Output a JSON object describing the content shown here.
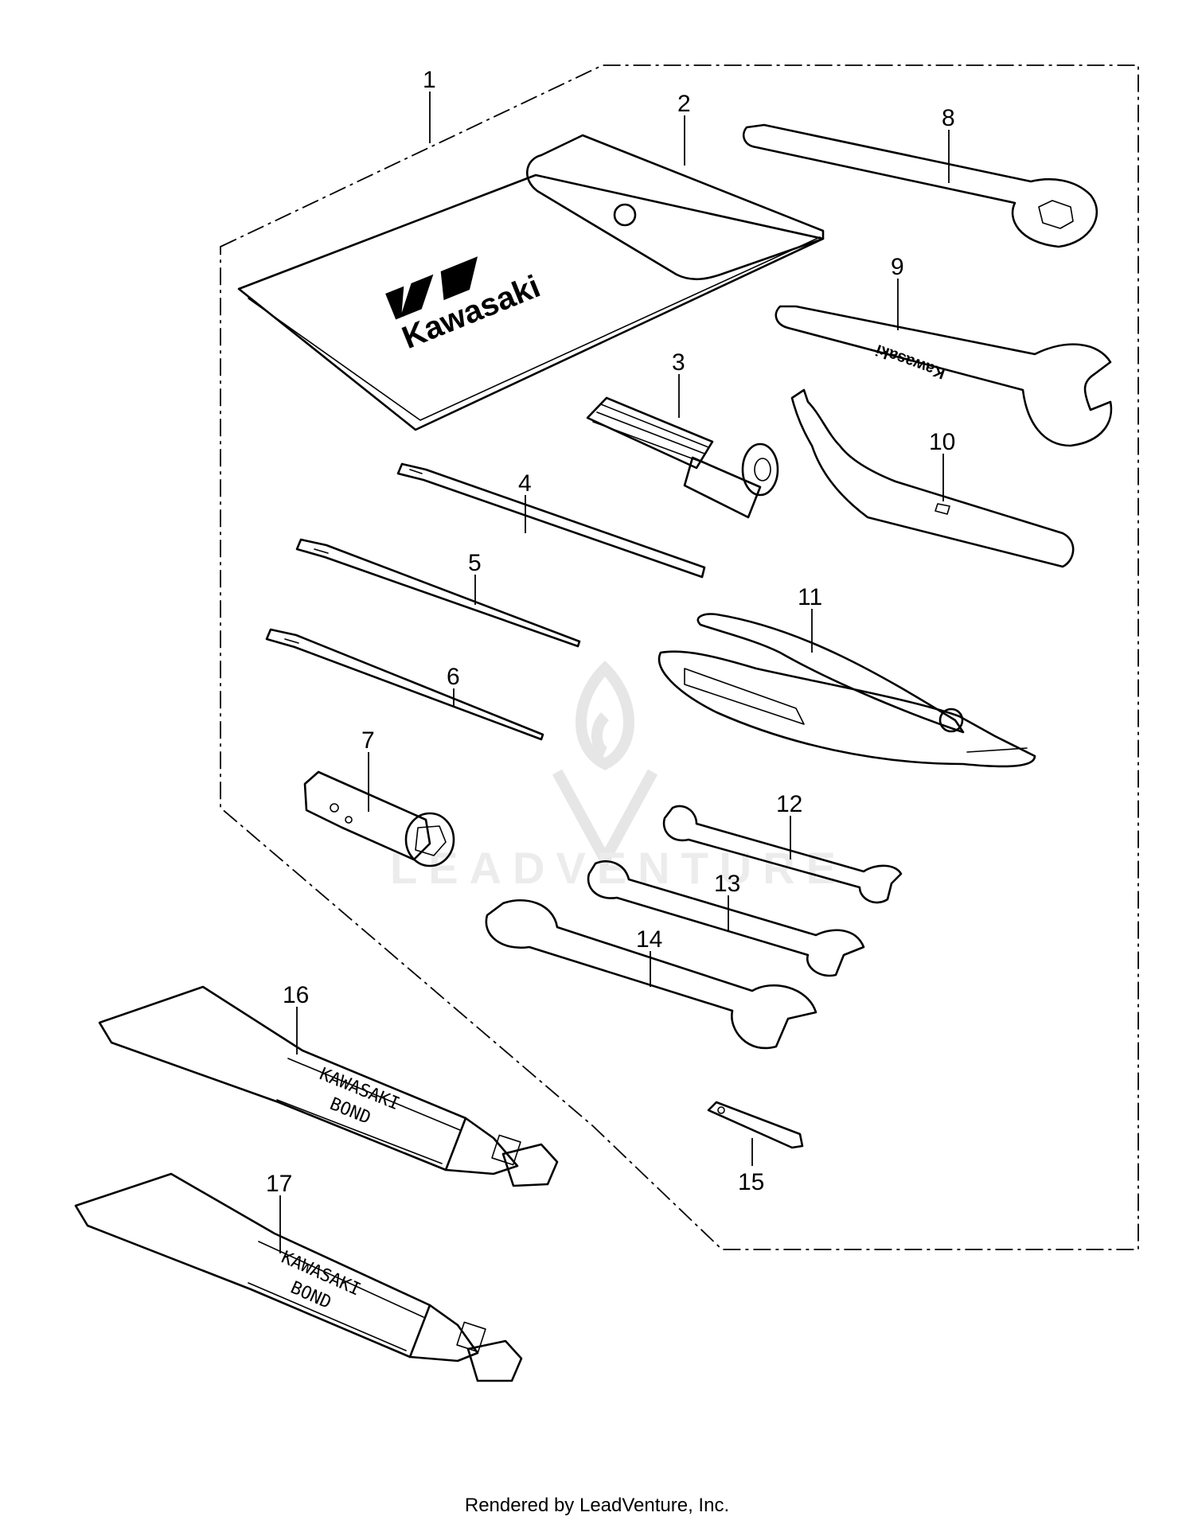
{
  "diagram": {
    "callouts": [
      "1",
      "2",
      "3",
      "4",
      "5",
      "6",
      "7",
      "8",
      "9",
      "10",
      "11",
      "12",
      "13",
      "14",
      "15",
      "16",
      "17"
    ],
    "pouch_logo": "Kawasaki",
    "wrench_9_logo": "Kawasaki",
    "tube_16_label": [
      "KAWASAKI",
      "BOND"
    ],
    "tube_17_label": [
      "KAWASAKI",
      "BOND"
    ],
    "watermark": "LEADVENTURE"
  },
  "footer": {
    "credit": "Rendered by LeadVenture, Inc."
  }
}
